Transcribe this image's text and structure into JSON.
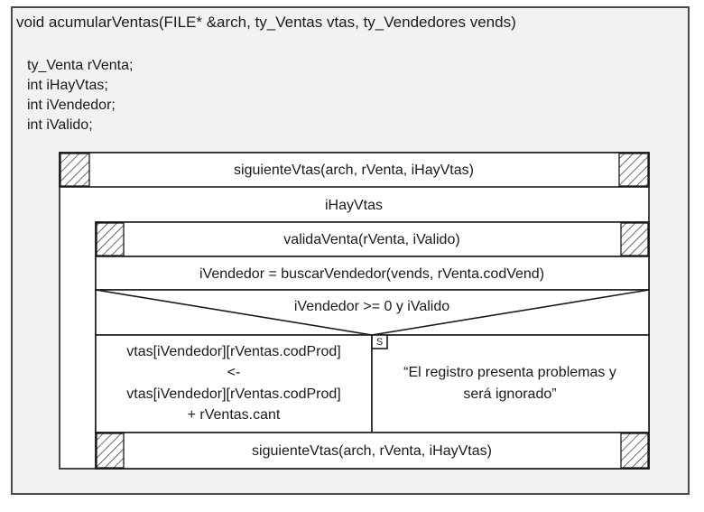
{
  "header": {
    "signature": "void acumularVentas(FILE* &arch, ty_Ventas vtas, ty_Vendedores vends)"
  },
  "declarations": [
    "ty_Venta rVenta;",
    "int iHayVtas;",
    "int iVendedor;",
    "int iValido;"
  ],
  "diagram": {
    "first_read": "siguienteVtas(arch, rVenta, iHayVtas)",
    "loop_condition": "iHayVtas",
    "validate_call": "validaVenta(rVenta, iValido)",
    "assign_vendor": "iVendedor = buscarVendedor(vends, rVenta.codVend)",
    "if_condition": "iVendedor >= 0 y iValido",
    "branch_flag": "S",
    "true_branch": [
      "vtas[iVendedor][rVentas.codProd]",
      "<-",
      "vtas[iVendedor][rVentas.codProd]",
      "+ rVentas.cant"
    ],
    "false_branch": [
      "“El registro presenta problemas y",
      "será ignorado”"
    ],
    "next_read": "siguienteVtas(arch, rVenta, iHayVtas)"
  }
}
